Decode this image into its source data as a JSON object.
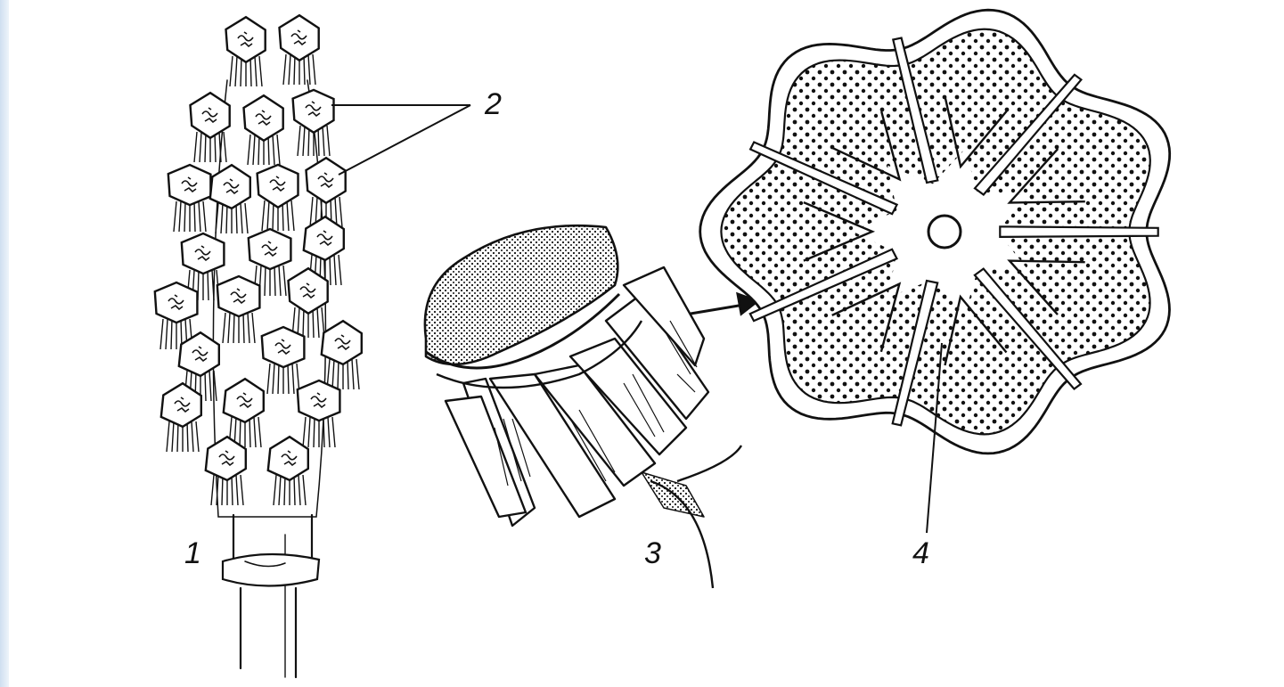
{
  "figure": {
    "labels": {
      "strobilus": "1",
      "sporangiophores": "2",
      "sporangiophore_detail": "3",
      "cross_section": "4"
    }
  }
}
